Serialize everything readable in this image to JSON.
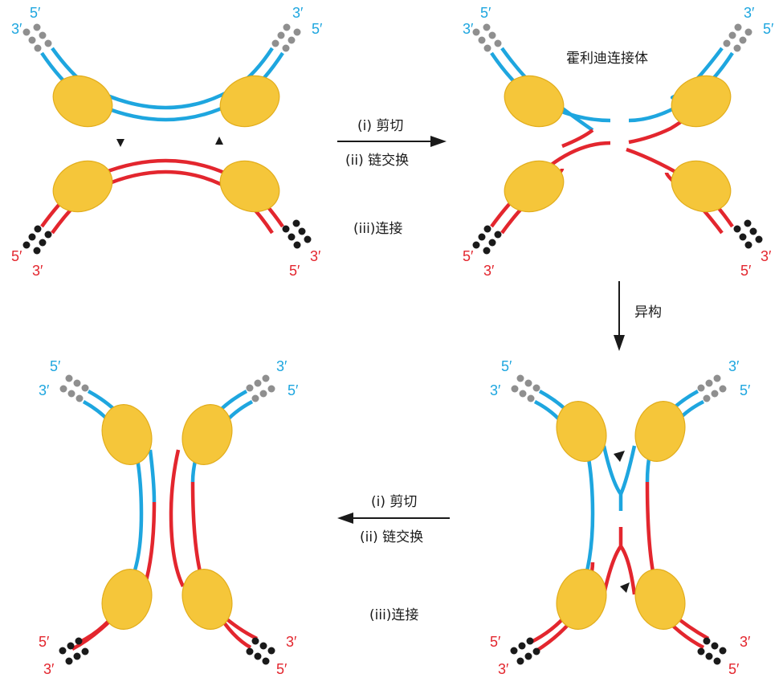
{
  "panels": {
    "top_left": {
      "end_labels": {
        "tl_5": "5′",
        "tl_3": "3′",
        "tr_3": "3′",
        "tr_5": "5′",
        "bl_5": "5′",
        "bl_3": "3′",
        "br_5": "5′",
        "br_3": "3′"
      },
      "step_label": "(iii)连接"
    },
    "top_right": {
      "title": "霍利迪连接体",
      "end_labels": {
        "tl_5": "5′",
        "tl_3": "3′",
        "tr_3": "3′",
        "tr_5": "5′",
        "bl_5": "5′",
        "bl_3": "3′",
        "br_5": "5′",
        "br_3": "3′"
      }
    },
    "bottom_right": {
      "end_labels": {
        "tl_5": "5′",
        "tl_3": "3′",
        "tr_3": "3′",
        "tr_5": "5′",
        "bl_5": "5′",
        "bl_3": "3′",
        "br_3": "3′",
        "br_5": "5′"
      }
    },
    "bottom_left": {
      "end_labels": {
        "tl_5": "5′",
        "tl_3": "3′",
        "tr_3": "3′",
        "tr_5": "5′",
        "bl_5": "5′",
        "bl_3": "3′",
        "br_3": "3′",
        "br_5": "5′"
      },
      "step_label": "(iii)连接"
    }
  },
  "arrows": {
    "top": {
      "step1": "(i) 剪切",
      "step2": "(ii) 链交换"
    },
    "right": {
      "label": "异构"
    },
    "bottom": {
      "step1": "(i) 剪切",
      "step2": "(ii) 链交换"
    }
  },
  "colors": {
    "strand_top": "#1ea6df",
    "strand_bottom": "#e3262e",
    "protein": "#f5c63a",
    "end_dots_top": "#8f8f8f",
    "end_dots_bottom": "#1a1a1a"
  }
}
